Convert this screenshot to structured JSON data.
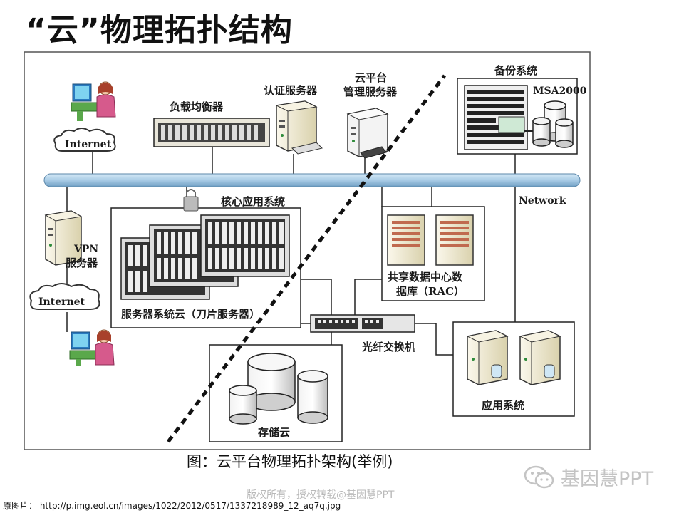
{
  "title": "“云”物理拓扑结构",
  "diagram": {
    "labels": {
      "internet_top": "Internet",
      "internet_bottom": "Internet",
      "load_balancer": "负载均衡器",
      "auth_server": "认证服务器",
      "cloud_mgmt_line1": "云平台",
      "cloud_mgmt_line2": "管理服务器",
      "backup_system": "备份系统",
      "msa": "MSA2000",
      "network": "Network",
      "core_app_system": "核心应用系统",
      "vpn_line1": "VPN",
      "vpn_line2": "服务器",
      "server_cloud": "服务器系统云（刀片服务器）",
      "shared_db_line1": "共享数据中心数",
      "shared_db_line2": "据库（RAC）",
      "fiber_switch": "光纤交换机",
      "storage_cloud": "存储云",
      "app_system": "应用系统"
    }
  },
  "caption": "图：云平台物理拓扑架构(举例)",
  "source": "原图片：  http://p.img.eol.cn/images/1022/2012/0517/1337218989_12_aq7q.jpg",
  "copyright": "版权所有，授权转载@基因慧PPT",
  "brand": "基因慧PPT",
  "colors": {
    "bus": "#a9cce6",
    "tower_dark": "#e9e2c4",
    "tower_light": "#f3efe0",
    "frame": "#333333"
  }
}
